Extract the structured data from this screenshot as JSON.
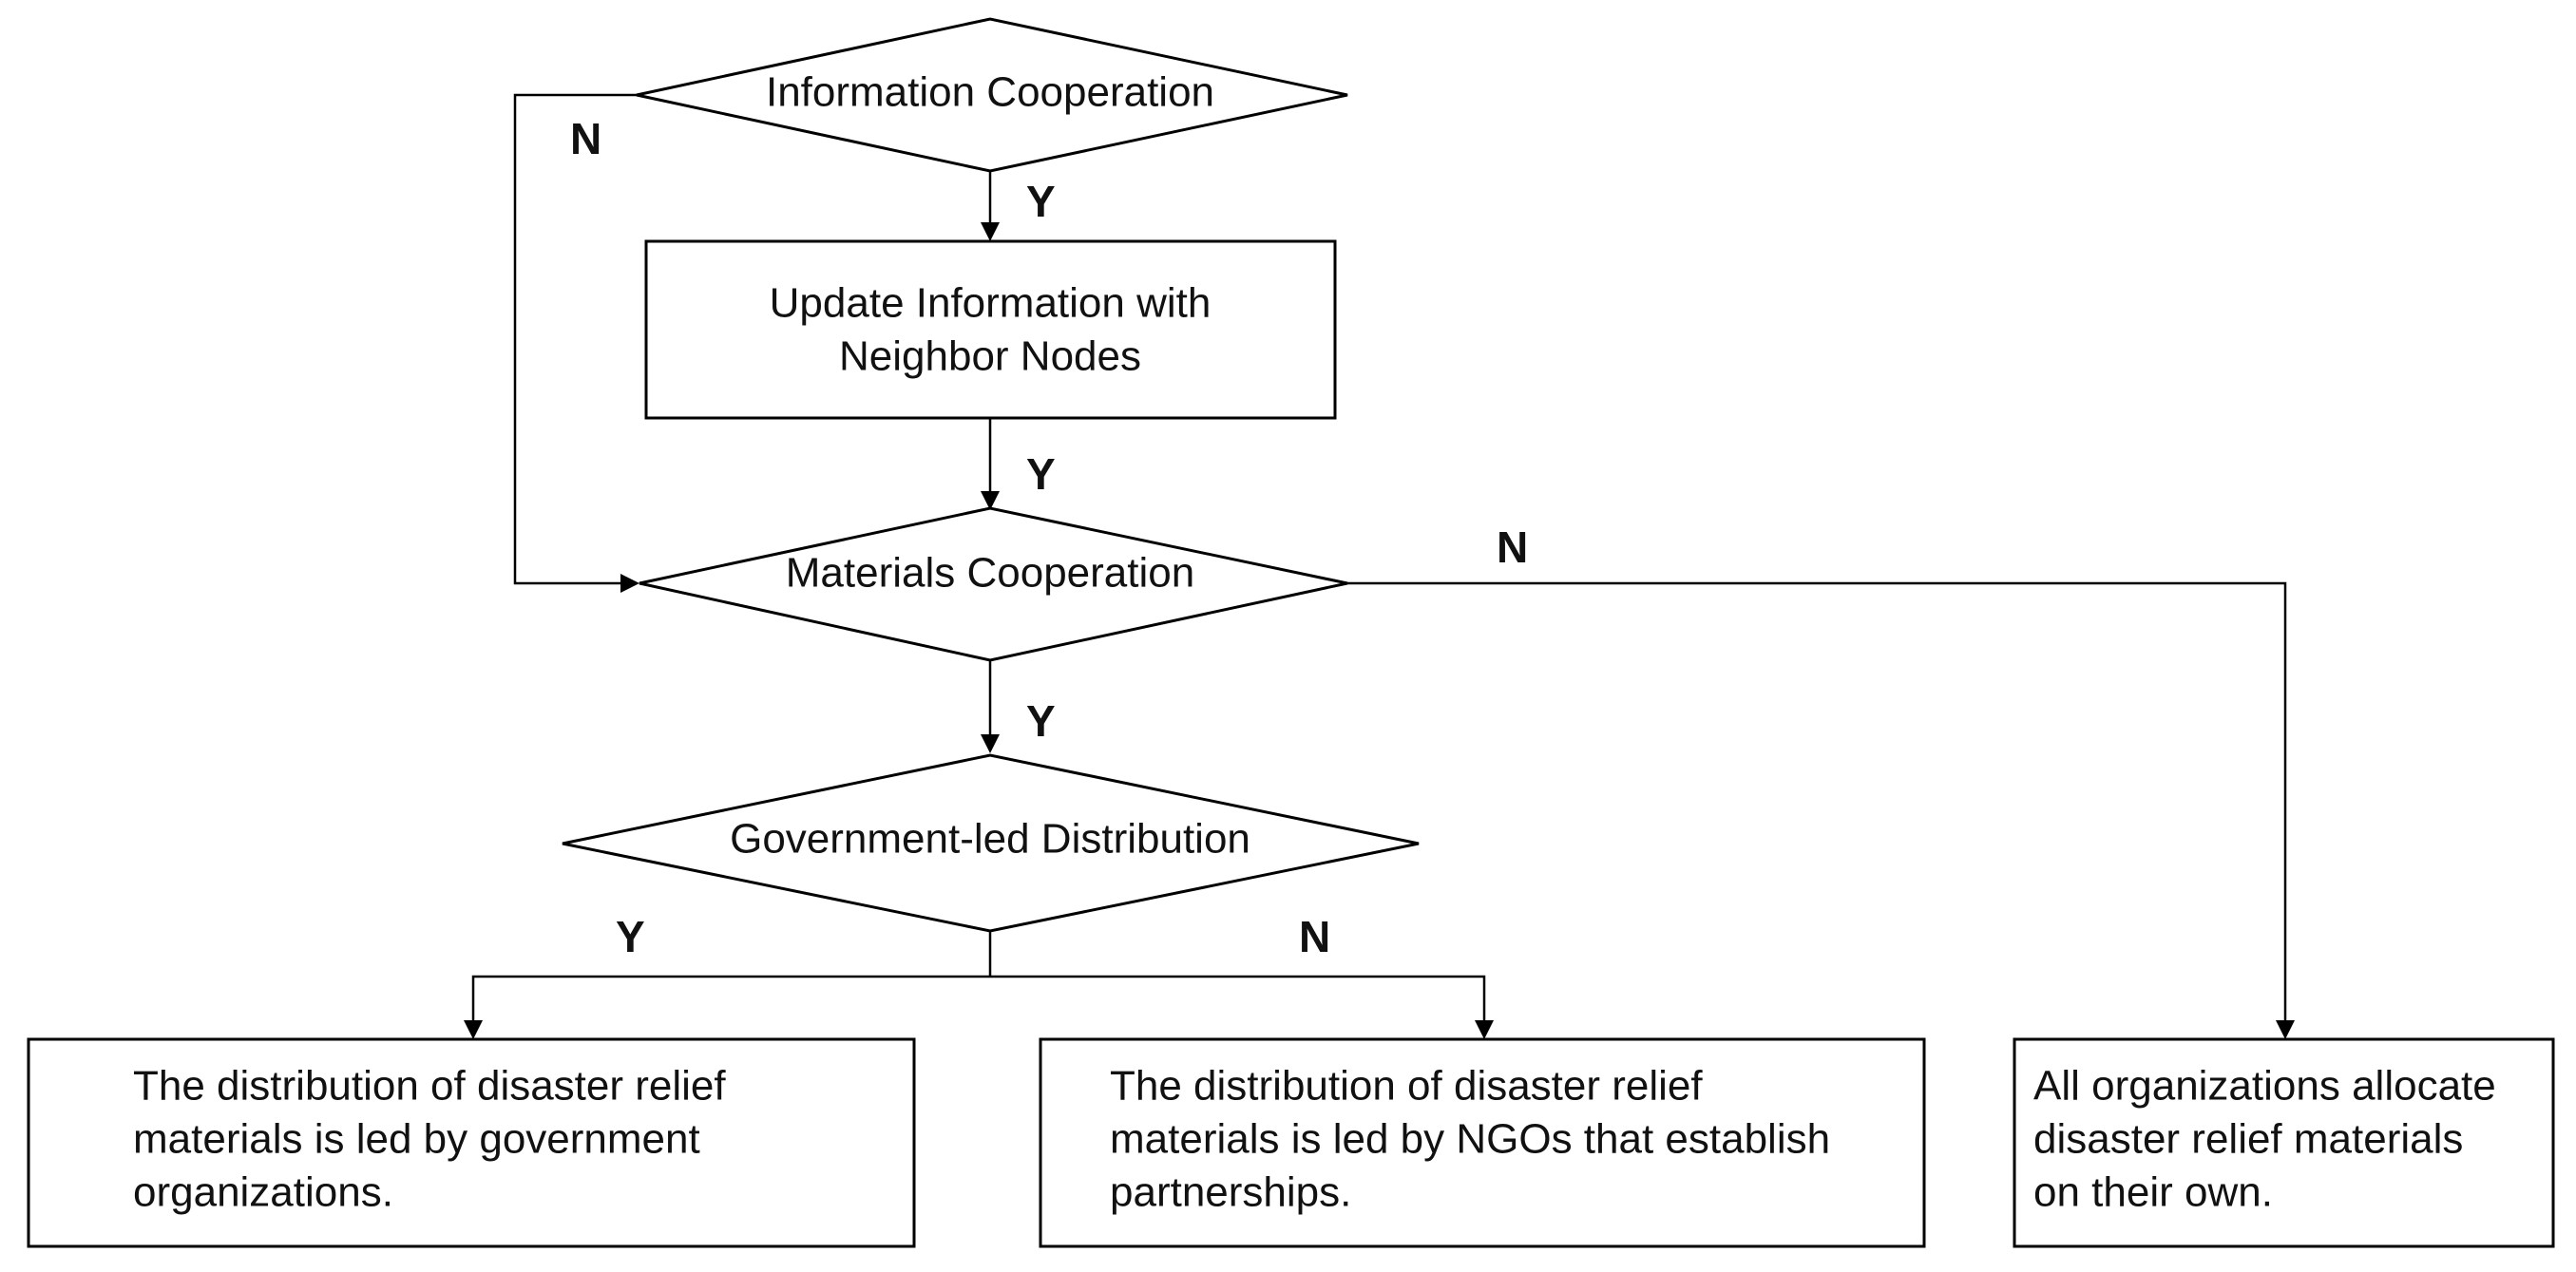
{
  "nodes": {
    "information_cooperation": "Information Cooperation",
    "update_information_line1": "Update Information with",
    "update_information_line2": "Neighbor Nodes",
    "materials_cooperation": "Materials Cooperation",
    "government_led_distribution": "Government-led Distribution",
    "government_outcome_line1": "The distribution of disaster relief",
    "government_outcome_line2": "materials is led by government",
    "government_outcome_line3": "organizations.",
    "ngo_outcome_line1": "The distribution of disaster relief",
    "ngo_outcome_line2": "materials is led by NGOs that establish",
    "ngo_outcome_line3": "partnerships.",
    "independent_outcome_line1": "All organizations allocate",
    "independent_outcome_line2": "disaster relief materials",
    "independent_outcome_line3": "on their own."
  },
  "edge_labels": {
    "info_no": "N",
    "info_yes": "Y",
    "update_yes": "Y",
    "materials_no": "N",
    "materials_yes": "Y",
    "government_yes": "Y",
    "government_no": "N"
  }
}
